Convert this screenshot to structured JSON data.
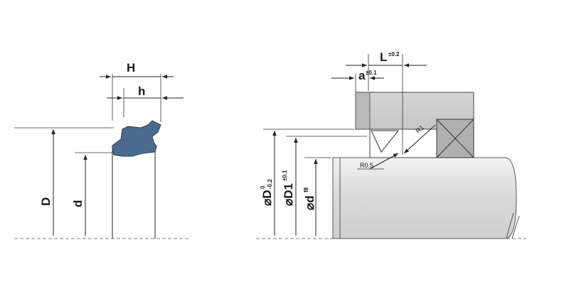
{
  "left_view": {
    "label_H": "H",
    "label_h": "h",
    "label_D": "D",
    "label_d": "d",
    "seal_color": "#4a6b8f"
  },
  "right_view": {
    "label_L": "L",
    "label_L_tol": "±0.2",
    "label_a": "a",
    "label_a_tol": "±0.1",
    "label_R1": "R1",
    "label_R05": "R0.5",
    "label_phiD": "⌀D",
    "label_phiD_tol_upper": "0",
    "label_phiD_tol_lower": "-0.2",
    "label_phiD1": "⌀D1",
    "label_phiD1_tol": "±0.1",
    "label_phid": "⌀d",
    "label_phid_tol": "f8",
    "housing_color": "#c9c9c9",
    "rod_color": "#e4e4e4"
  }
}
